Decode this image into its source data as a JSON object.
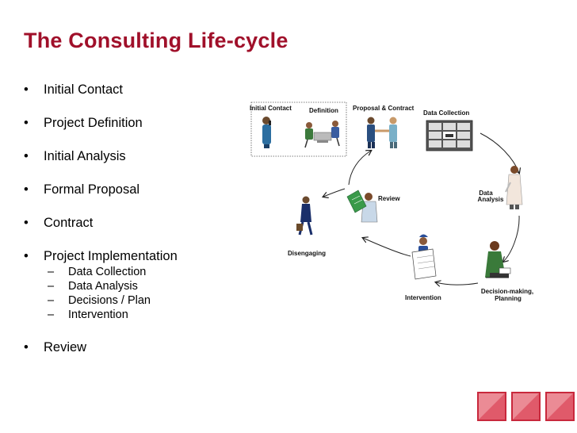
{
  "slide": {
    "title": "The Consulting Life-cycle",
    "accent_color": "#a0102a",
    "bullets": [
      {
        "label": "Initial Contact"
      },
      {
        "label": "Project Definition"
      },
      {
        "label": "Initial Analysis"
      },
      {
        "label": "Formal Proposal"
      },
      {
        "label": "Contract"
      },
      {
        "label": "Project Implementation"
      },
      {
        "label": "Review"
      }
    ],
    "sub_bullets": [
      "Data Collection",
      "Data Analysis",
      "Decisions / Plan",
      "Intervention"
    ],
    "bullet_glyph": "•",
    "sub_glyph": "–"
  },
  "diagram": {
    "labels": {
      "initial_contact": "Initial Contact",
      "definition": "Definition",
      "proposal": "Proposal & Contract",
      "data_collection": "Data Collection",
      "data_analysis_1": "Data",
      "data_analysis_2": "Analysis",
      "decision_1": "Decision-making,",
      "decision_2": "Planning",
      "intervention": "Intervention",
      "review": "Review",
      "disengaging": "Disengaging"
    },
    "icons": [
      "phone-person-icon",
      "meeting-people-icon",
      "handshake-icon",
      "filing-cabinet-icon",
      "analyst-person-icon",
      "writing-person-icon",
      "worker-chart-icon",
      "reviewer-person-icon",
      "walking-person-icon"
    ]
  },
  "decoration": {
    "squares": 3,
    "color": "#c8283c"
  }
}
